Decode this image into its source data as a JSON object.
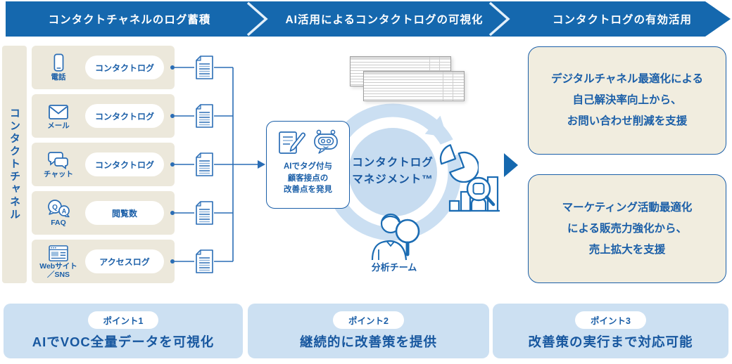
{
  "colors": {
    "accent": "#1568AE",
    "text-blue": "#1B5FA8",
    "title-blue": "#17579F",
    "stroke-blue": "#2A6DB5",
    "beige": "#ECE8DB",
    "beige-light": "#F1EDDF",
    "lightblue-box": "#CCE0F2",
    "ring": "#CBDFF2",
    "ring-inner": "#C7DCF0",
    "line-light": "#8FB4DA"
  },
  "banners": [
    {
      "label": "コンタクトチャネルのログ蓄積"
    },
    {
      "label": "AI活用によるコンタクトログの可視化"
    },
    {
      "label": "コンタクトログの有効活用"
    }
  ],
  "left": {
    "vertical_label": "コンタクトチャネル",
    "channels": [
      {
        "icon": "phone-icon",
        "name": "電話",
        "name2": "",
        "log_label": "コンタクトログ"
      },
      {
        "icon": "mail-icon",
        "name": "メール",
        "name2": "",
        "log_label": "コンタクトログ"
      },
      {
        "icon": "chat-icon",
        "name": "チャット",
        "name2": "",
        "log_label": "コンタクトログ"
      },
      {
        "icon": "faq-icon",
        "name": "FAQ",
        "name2": "",
        "log_label": "閲覧数"
      },
      {
        "icon": "website-icon",
        "name": "Webサイト",
        "name2": "／SNS",
        "log_label": "アクセスログ"
      }
    ]
  },
  "center": {
    "ai_box": {
      "lines": [
        "AIでタグ付与",
        "顧客接点の",
        "改善点を発見"
      ]
    },
    "cycle": {
      "line1": "コンタクトログ",
      "line2": "マネジメント™"
    },
    "analyst_label": "分析チーム"
  },
  "right": {
    "outcomes": [
      {
        "lines": [
          "デジタルチャネル最適化による",
          "自己解決率向上から、",
          "お問い合わせ削減を支援"
        ]
      },
      {
        "lines": [
          "マーケティング活動最適化",
          "による販売力強化から、",
          "売上拡大を支援"
        ]
      }
    ]
  },
  "points": [
    {
      "badge": "ポイント1",
      "title": "AIでVOC全量データを可視化"
    },
    {
      "badge": "ポイント2",
      "title": "継続的に改善策を提供"
    },
    {
      "badge": "ポイント3",
      "title": "改善策の実行まで対応可能"
    }
  ]
}
